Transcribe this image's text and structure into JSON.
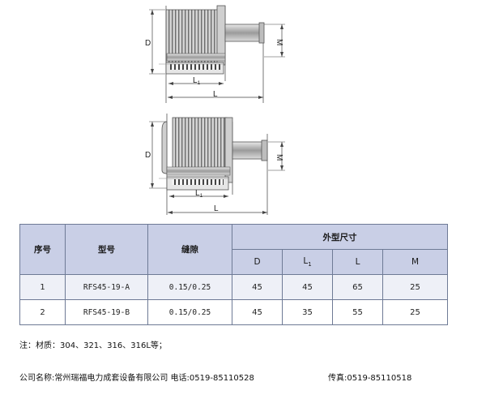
{
  "drawing_labels": {
    "d": "D",
    "m": "M",
    "l1_main": "L",
    "l1_sub": "1",
    "l": "L"
  },
  "table": {
    "headers": {
      "seq": "序号",
      "model": "型号",
      "gap": "缝隙",
      "dims": "外型尺寸",
      "d": "D",
      "l1_main": "L",
      "l1_sub": "1",
      "l": "L",
      "m": "M"
    },
    "rows": [
      {
        "seq": "1",
        "model": "RFS45-19-A",
        "gap": "0.15/0.25",
        "d": "45",
        "l1": "45",
        "l": "65",
        "m": "25"
      },
      {
        "seq": "2",
        "model": "RFS45-19-B",
        "gap": "0.15/0.25",
        "d": "45",
        "l1": "35",
        "l": "55",
        "m": "25"
      }
    ]
  },
  "note": "注：材质：304、321、316、316L等；",
  "company": "公司名称:常州瑞福电力成套设备有限公司 电话:0519-85110528",
  "fax": "传真:0519-85110518"
}
